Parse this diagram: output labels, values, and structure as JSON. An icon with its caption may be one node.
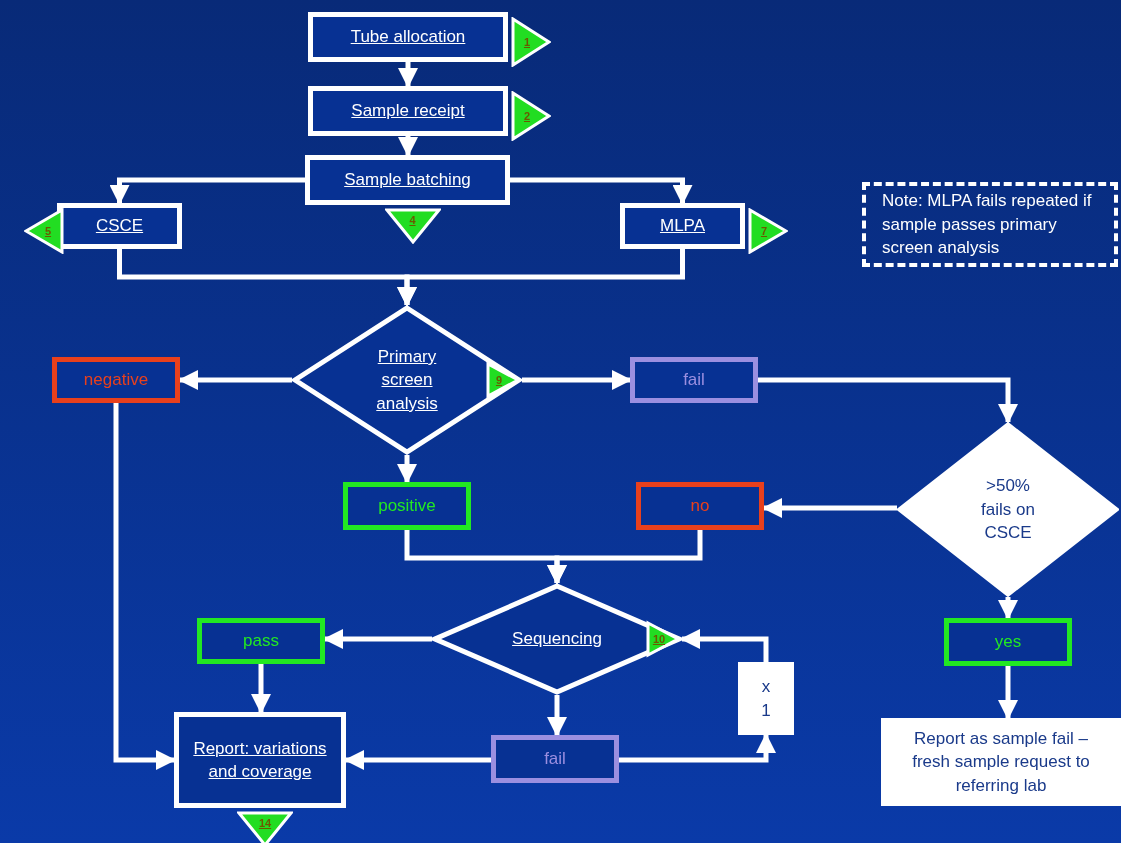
{
  "diagram": {
    "nodes": [
      {
        "text": [
          "Tube allocation"
        ],
        "beside": [
          "1"
        ]
      },
      {
        "text": [
          "Sample receipt"
        ],
        "beside": [
          "2"
        ]
      },
      {
        "text": [
          "Sample batching"
        ],
        "beside": [
          "4"
        ]
      },
      {
        "text": [
          "CSCE"
        ],
        "beside": [
          "5"
        ]
      },
      {
        "text": [
          "MLPA"
        ],
        "beside": [
          "7"
        ]
      },
      {
        "text": [
          "Note: MLPA fails repeated if sample passes primary screen analysis"
        ]
      },
      {
        "text": [
          "Primary screen analysis",
          "9"
        ]
      },
      {
        "text": [
          "negative"
        ]
      },
      {
        "text": [
          "fail"
        ]
      },
      {
        "text": [
          ">50% fails on CSCE"
        ]
      },
      {
        "text": [
          "positive"
        ]
      },
      {
        "text": [
          "no"
        ]
      },
      {
        "text": [
          "yes"
        ]
      },
      {
        "text": [
          "Sequencing",
          "10"
        ]
      },
      {
        "text": [
          "pass"
        ]
      },
      {
        "text": [
          "x 1"
        ]
      },
      {
        "text": [
          "fail"
        ]
      },
      {
        "text": [
          "Report: variations and coverage"
        ],
        "beside": [
          "14"
        ]
      },
      {
        "text": [
          "Report as sample fail – fresh sample request to referring lab"
        ]
      }
    ],
    "edges": [
      {
        "from": 0,
        "to": 1,
        "arrow": "to"
      },
      {
        "from": 1,
        "to": 2,
        "arrow": "to"
      },
      {
        "from": 2,
        "to": 3,
        "arrow": "to"
      },
      {
        "from": 2,
        "to": 4,
        "arrow": "to"
      },
      {
        "from": 3,
        "to": 6,
        "arrow": "to"
      },
      {
        "from": 4,
        "to": 6,
        "arrow": "to"
      },
      {
        "from": 6,
        "to": 7,
        "arrow": "to"
      },
      {
        "from": 6,
        "to": 8,
        "arrow": "to"
      },
      {
        "from": 6,
        "to": 10,
        "arrow": "to"
      },
      {
        "from": 8,
        "to": 9,
        "arrow": "to"
      },
      {
        "from": 9,
        "to": 11,
        "arrow": "to"
      },
      {
        "from": 9,
        "to": 12,
        "arrow": "to"
      },
      {
        "from": 12,
        "to": 18,
        "arrow": "to"
      },
      {
        "from": 10,
        "to": 13,
        "arrow": "to"
      },
      {
        "from": 11,
        "to": 13,
        "arrow": "to"
      },
      {
        "from": 13,
        "to": 14,
        "arrow": "to"
      },
      {
        "from": 13,
        "to": 16,
        "arrow": "to"
      },
      {
        "from": 14,
        "to": 17,
        "arrow": "to"
      },
      {
        "from": 7,
        "to": 17,
        "arrow": "to"
      },
      {
        "from": 16,
        "to": 17,
        "arrow": "to"
      },
      {
        "from": 16,
        "to": 15,
        "arrow": "to"
      },
      {
        "from": 15,
        "to": 13,
        "arrow": "to"
      }
    ]
  }
}
